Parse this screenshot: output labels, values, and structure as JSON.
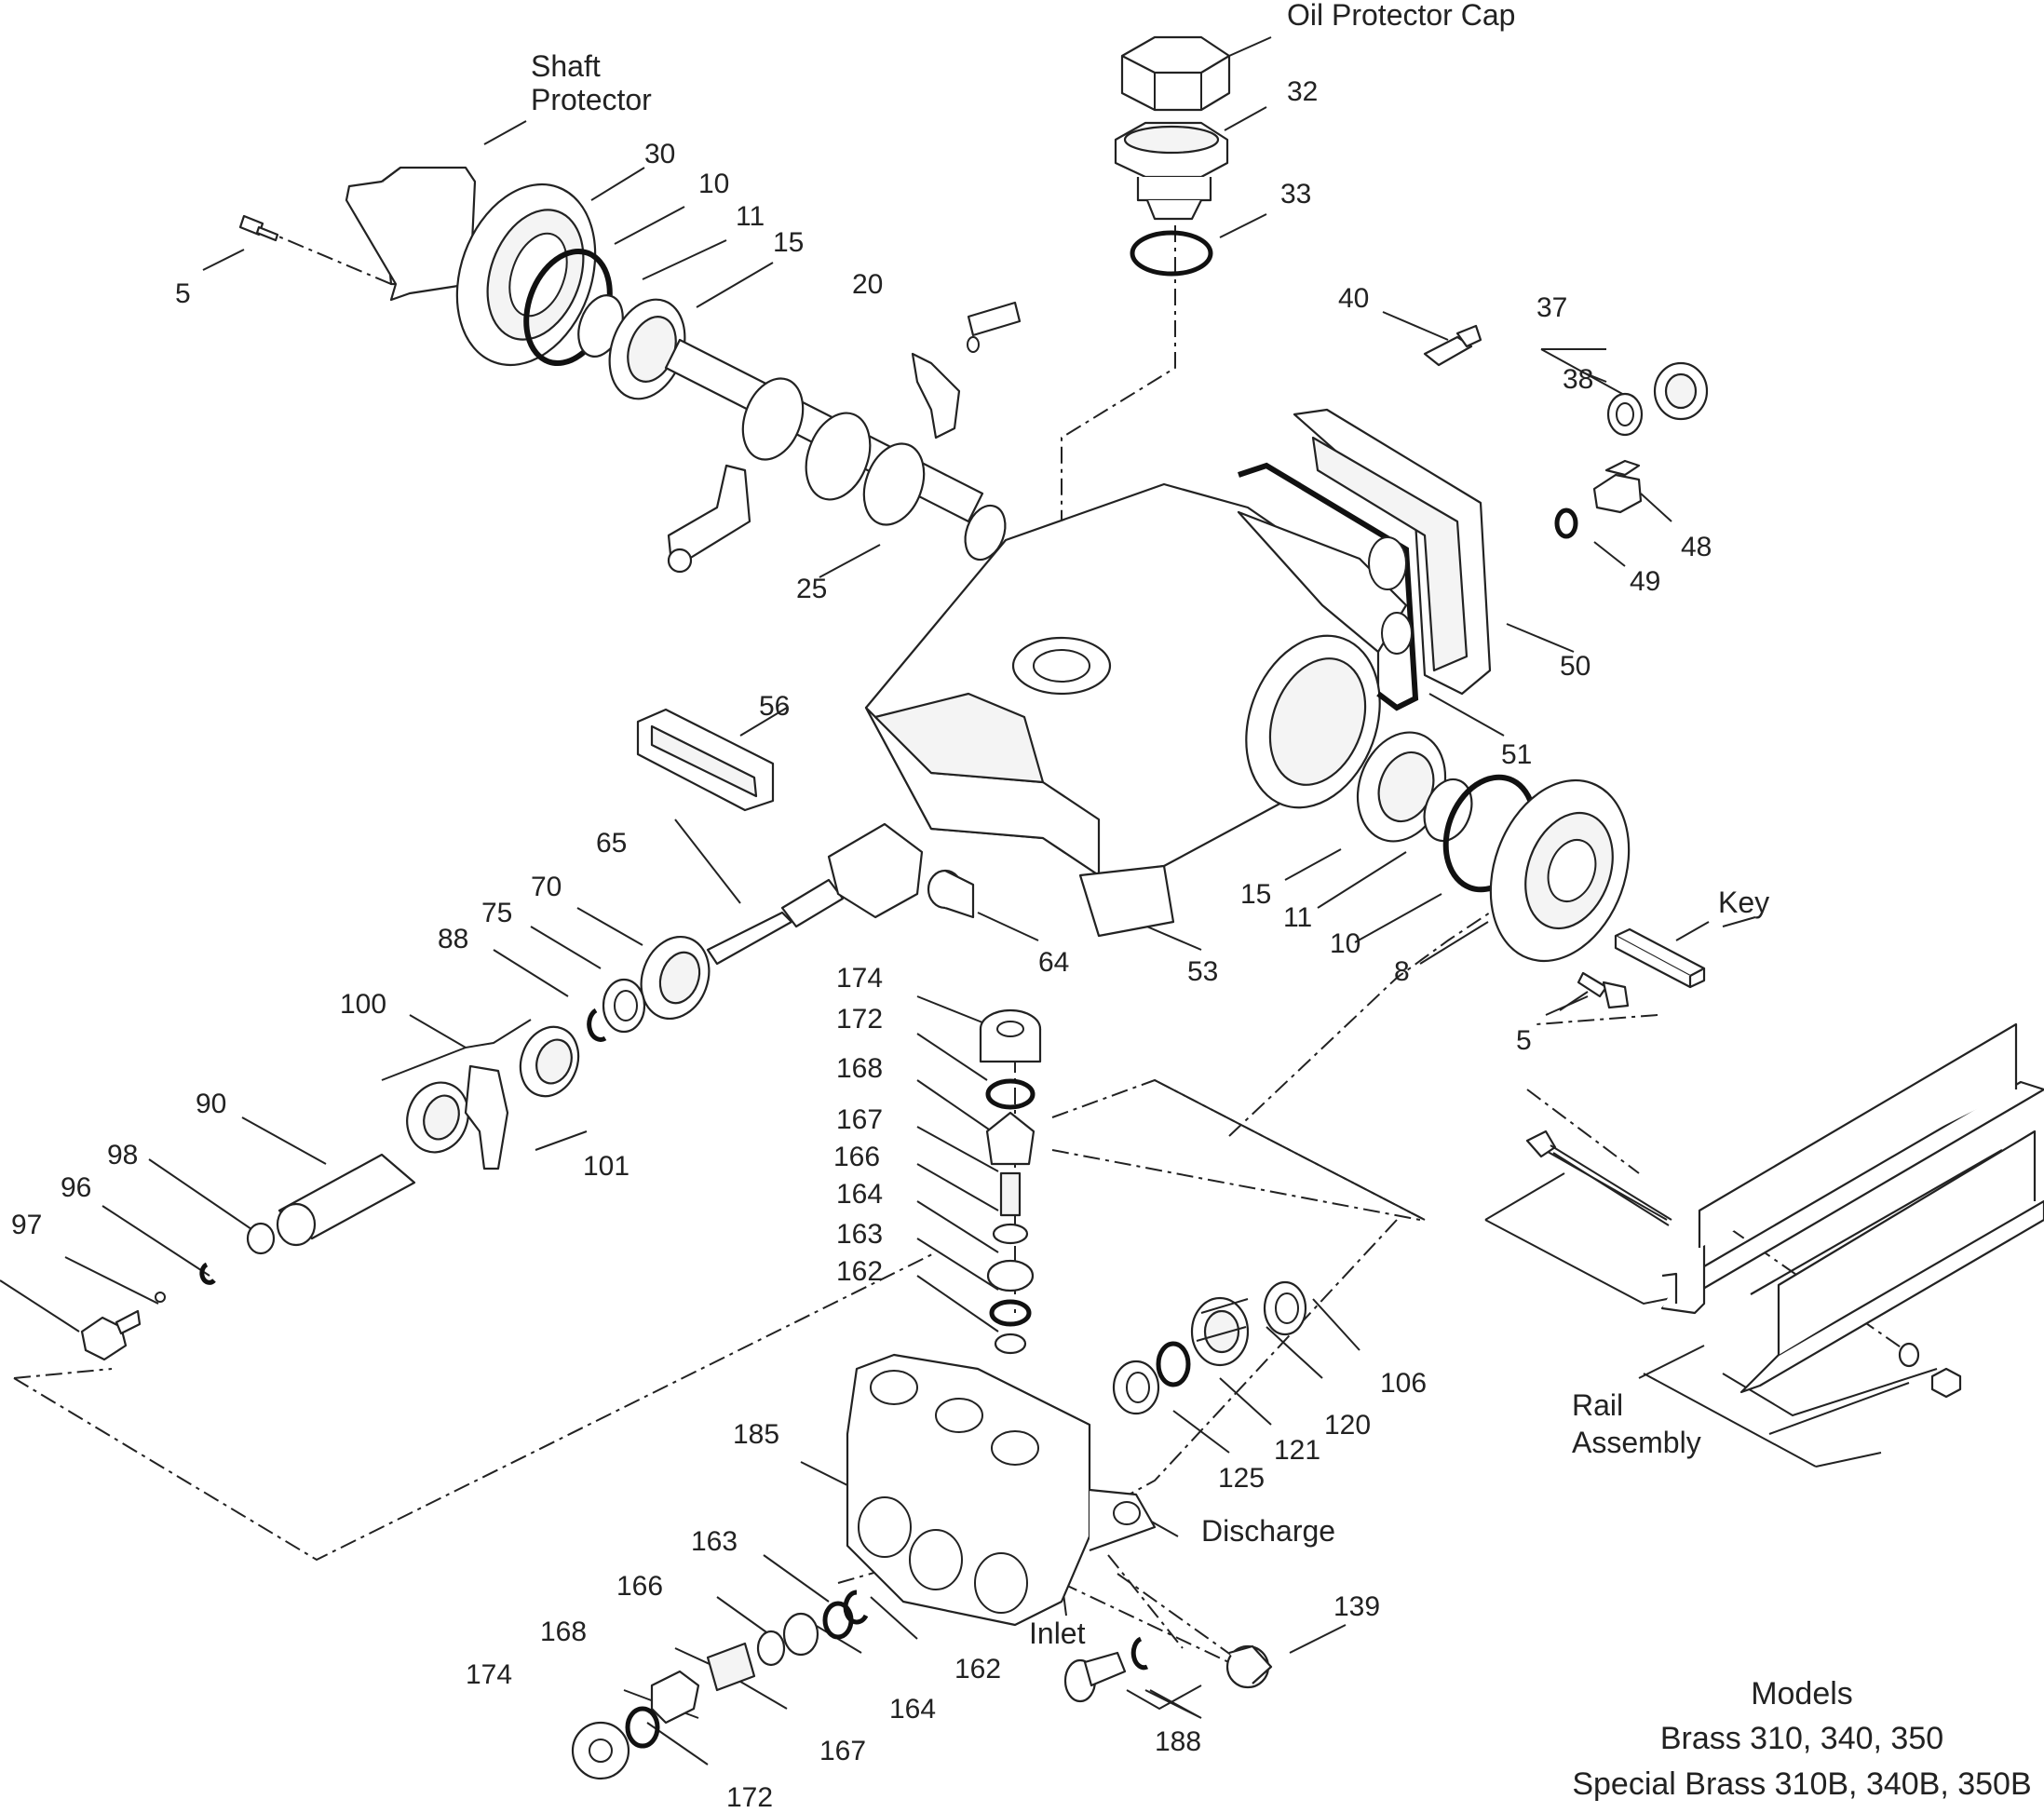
{
  "labels": {
    "n5a": "5",
    "shaft_protector_1": "Shaft",
    "shaft_protector_2": "Protector",
    "n30": "30",
    "n10a": "10",
    "n11a": "11",
    "n15a": "15",
    "n20": "20",
    "n25": "25",
    "oil_protector_cap": "Oil Protector Cap",
    "n32": "32",
    "n33": "33",
    "n40": "40",
    "n37": "37",
    "n38": "38",
    "n48": "48",
    "n49": "49",
    "n50": "50",
    "n51": "51",
    "n56": "56",
    "n65": "65",
    "n64": "64",
    "n53": "53",
    "n15b": "15",
    "n11b": "11",
    "n10b": "10",
    "n8": "8",
    "key": "Key",
    "n5b": "5",
    "n70": "70",
    "n75": "75",
    "n88": "88",
    "n100": "100",
    "n101": "101",
    "n90": "90",
    "n98": "98",
    "n96": "96",
    "n97": "97",
    "n174a": "174",
    "n172a": "172",
    "n168a": "168",
    "n167a": "167",
    "n166a": "166",
    "n164a": "164",
    "n163a": "163",
    "n162a": "162",
    "n106": "106",
    "n120": "120",
    "n121": "121",
    "n125": "125",
    "n185": "185",
    "discharge": "Discharge",
    "inlet": "Inlet",
    "n163b": "163",
    "n166b": "166",
    "n168b": "168",
    "n174b": "174",
    "n162b": "162",
    "n164b": "164",
    "n167b": "167",
    "n172b": "172",
    "n139": "139",
    "n188": "188",
    "rail_assembly_1": "Rail",
    "rail_assembly_2": "Assembly"
  },
  "models": {
    "heading": "Models",
    "line1": "Brass 310, 340, 350",
    "line2": "Special Brass 310B, 340B, 350B"
  }
}
